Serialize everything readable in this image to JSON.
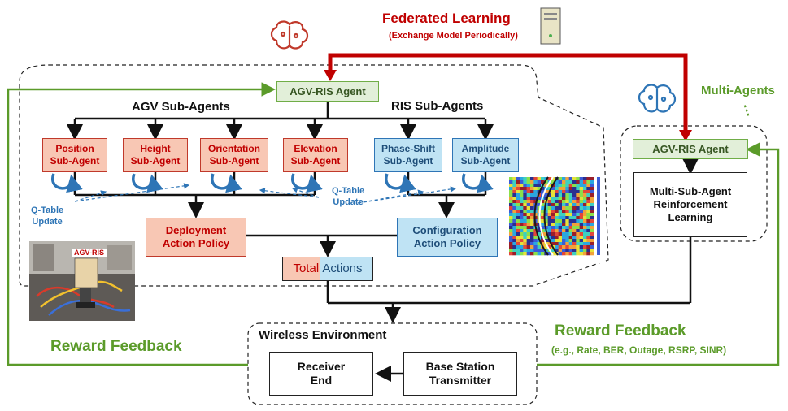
{
  "federated": {
    "title": "Federated Learning",
    "subtitle": "(Exchange Model Periodically)"
  },
  "multi_agents": {
    "label": "Multi-Agents",
    "dots": "⋮"
  },
  "main_agent": {
    "label": "AGV-RIS Agent"
  },
  "groups": {
    "agv": "AGV Sub-Agents",
    "ris": "RIS Sub-Agents"
  },
  "sub_agents": [
    {
      "line1": "Position",
      "line2": "Sub-Agent"
    },
    {
      "line1": "Height",
      "line2": "Sub-Agent"
    },
    {
      "line1": "Orientation",
      "line2": "Sub-Agent"
    },
    {
      "line1": "Elevation",
      "line2": "Sub-Agent"
    },
    {
      "line1": "Phase-Shift",
      "line2": "Sub-Agent"
    },
    {
      "line1": "Amplitude",
      "line2": "Sub-Agent"
    }
  ],
  "qtable": {
    "left": {
      "line1": "Q-Table",
      "line2": "Update"
    },
    "right": {
      "line1": "Q-Table",
      "line2": "Update"
    }
  },
  "policies": {
    "deployment": {
      "line1": "Deployment",
      "line2": "Action Policy"
    },
    "configuration": {
      "line1": "Configuration",
      "line2": "Action Policy"
    }
  },
  "total_actions": {
    "part1": "Total ",
    "part2": "Actions"
  },
  "photo": {
    "label": "AGV-RIS"
  },
  "right_agent": {
    "label": "AGV-RIS Agent",
    "line1": "Multi-Sub-Agent",
    "line2": "Reinforcement",
    "line3": "Learning"
  },
  "wireless": {
    "title": "Wireless Environment",
    "receiver": {
      "line1": "Receiver",
      "line2": "End"
    },
    "bs": {
      "line1": "Base Station",
      "line2": "Transmitter"
    }
  },
  "reward_left": {
    "label": "Reward Feedback"
  },
  "reward_right": {
    "label": "Reward Feedback",
    "metrics": "(e.g., Rate, BER, Outage, RSRP, SINR)"
  },
  "colors": {
    "red": "#c00000",
    "green": "#5b9b2a",
    "blue": "#2e75b6",
    "agv_box": "#f8c7b4",
    "ris_box": "#bfe3f4"
  }
}
